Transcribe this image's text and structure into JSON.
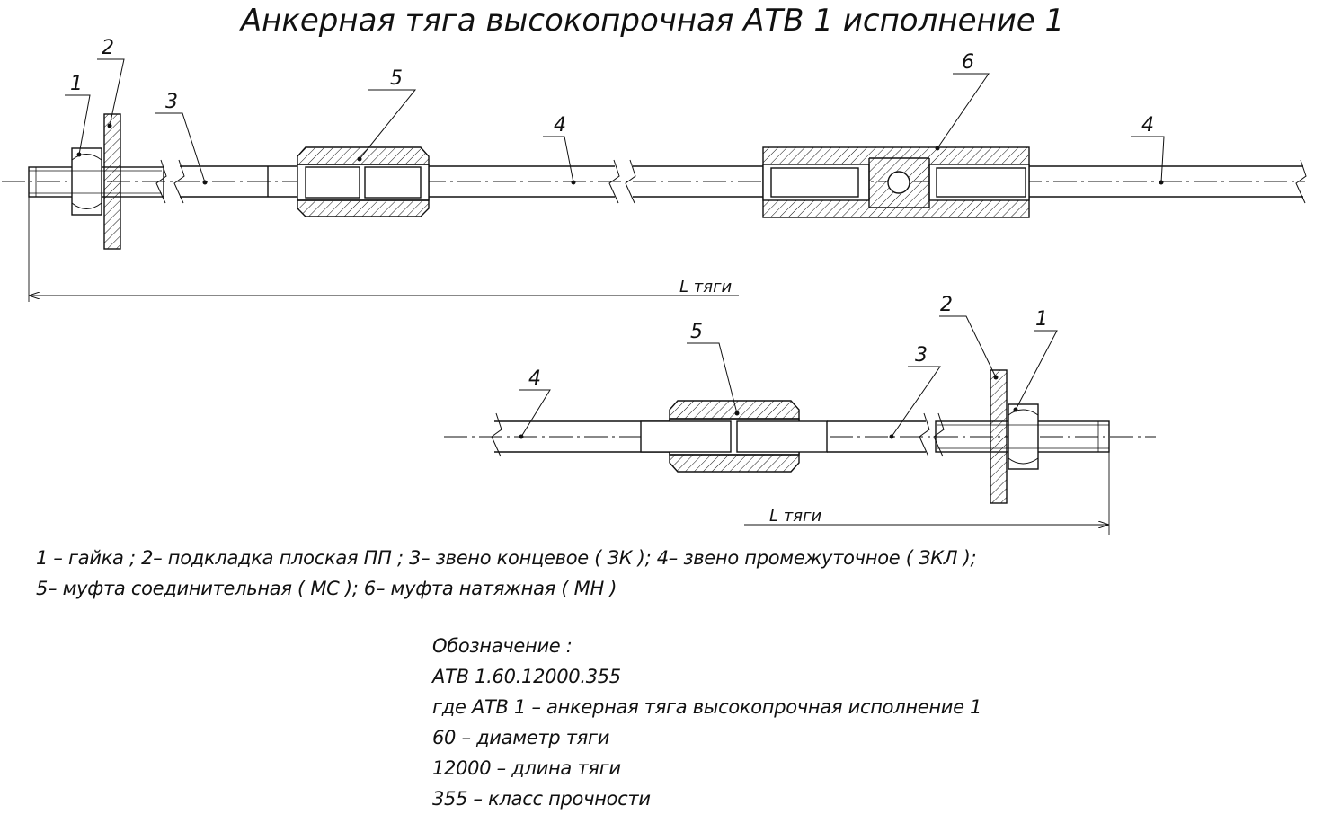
{
  "title": "Анкерная тяга высокопрочная АТВ 1 исполнение  1",
  "callouts": {
    "nut": "1",
    "washer": "2",
    "end_link": "3",
    "intermediate_link": "4",
    "coupling": "5",
    "tension_coupling": "6"
  },
  "dimension_label": "L тяги",
  "legend": [
    "1 –  гайка ; 2– подкладка плоская ПП ; 3– звено концевое  ( ЗК ); 4– звено промежуточное ( ЗКЛ );",
    "5– муфта соединительная  ( МС ); 6– муфта натяжная  ( МН )"
  ],
  "designation": {
    "heading": "Обозначение :",
    "code": "АТВ 1.60.12000.355",
    "lines": [
      "где АТВ 1 –  анкерная тяга высокопрочная исполнение  1",
      "60 –  диаметр тяги",
      "12000 –  длина тяги",
      "355 –  класс прочности"
    ]
  }
}
